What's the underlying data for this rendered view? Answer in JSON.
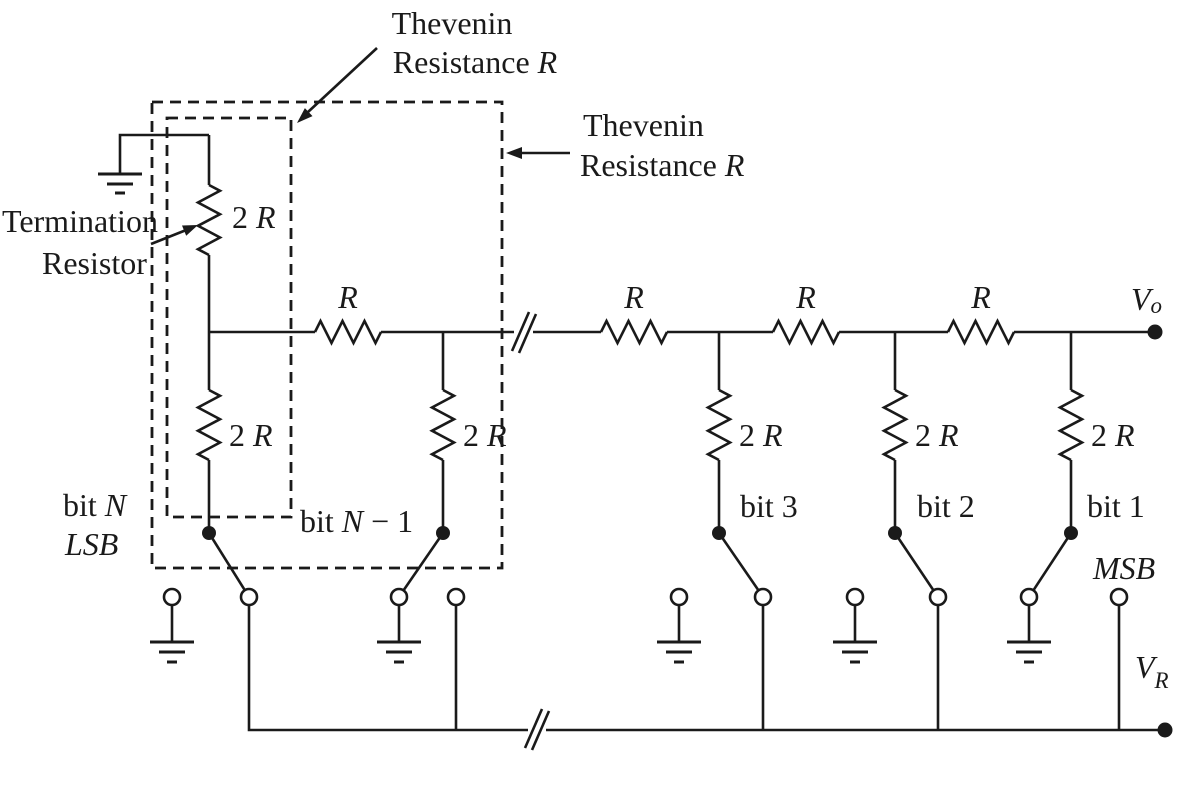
{
  "title": "R-2R ladder DAC with Thevenin resistance annotations",
  "colors": {
    "ink": "#1a1a1a",
    "background": "#ffffff"
  },
  "annotations": {
    "thevenin_top": {
      "line1": "Thevenin",
      "line2a": "Resistance ",
      "line2b": "R"
    },
    "thevenin_right": {
      "line1": "Thevenin",
      "line2a": "Resistance ",
      "line2b": "R"
    },
    "termination": {
      "line1": "Termination",
      "line2": "Resistor"
    }
  },
  "resistors": {
    "series_label": "R",
    "shunt_label_num": "2 ",
    "shunt_label_sym": "R"
  },
  "bits": {
    "bit_n_prefix": "bit ",
    "bit_n_symbol": "N",
    "lsb": "LSB",
    "bit_n1_prefix": "bit ",
    "bit_n1_symbol": "N",
    "bit_n1_suffix": " − 1",
    "bit3": "bit 3",
    "bit2": "bit 2",
    "bit1": "bit 1",
    "msb": "MSB"
  },
  "nodes": {
    "vo_main": "V",
    "vo_sub": "o",
    "vr_main": "V",
    "vr_sub": "R"
  }
}
